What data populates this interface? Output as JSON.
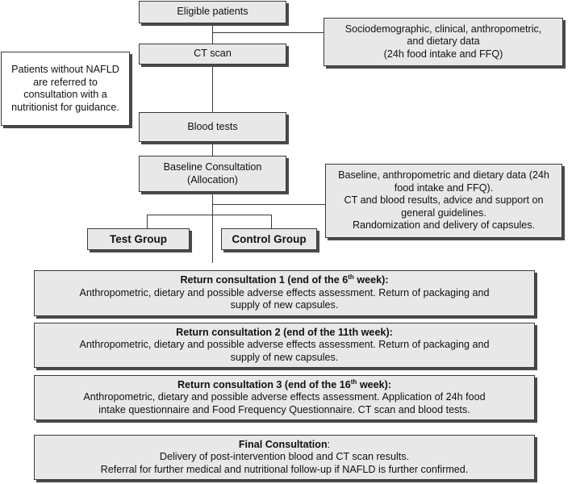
{
  "boxes": {
    "eligible": "Eligible patients",
    "ct_scan": "CT scan",
    "blood_tests": "Blood tests",
    "baseline": [
      "Baseline Consultation",
      "(Allocation)"
    ],
    "sociodemographic": [
      "Sociodemographic, clinical, anthropometric,",
      "and dietary data",
      "(24h food intake and FFQ)"
    ],
    "no_nafld": [
      "Patients without NAFLD",
      "are referred to",
      "consultation with a",
      "nutritionist for guidance."
    ],
    "baseline_info": [
      "Baseline, anthropometric and dietary data (24h",
      "food intake and FFQ).",
      "CT and blood results, advice and support on",
      "general guidelines.",
      "Randomization and delivery of capsules."
    ],
    "test_group": "Test Group",
    "control_group": "Control Group",
    "return1": {
      "title_pre": "Return consultation 1 (end of the 6",
      "title_sup": "th",
      "title_post": " week):",
      "lines": [
        "Anthropometric, dietary and possible adverse effects assessment. Return of packaging and",
        "supply of new capsules."
      ]
    },
    "return2": {
      "title": "Return consultation 2 (end of the 11th week):",
      "lines": [
        "Anthropometric, dietary and possible adverse effects assessment. Return of packaging and",
        "supply of new capsules."
      ]
    },
    "return3": {
      "title_pre": "Return consultation 3 (end of the 16",
      "title_sup": "th",
      "title_post": " week):",
      "lines": [
        "Anthropometric, dietary and possible adverse effects assessment. Application of 24h food",
        "intake questionnaire and Food Frequency Questionnaire. CT scan and blood tests."
      ]
    },
    "final": {
      "title": "Final Consultation",
      "title_suffix": ":",
      "lines": [
        "Delivery of post-intervention blood and CT scan results.",
        "Referral for further medical and nutritional follow-up if NAFLD is further confirmed."
      ]
    }
  }
}
